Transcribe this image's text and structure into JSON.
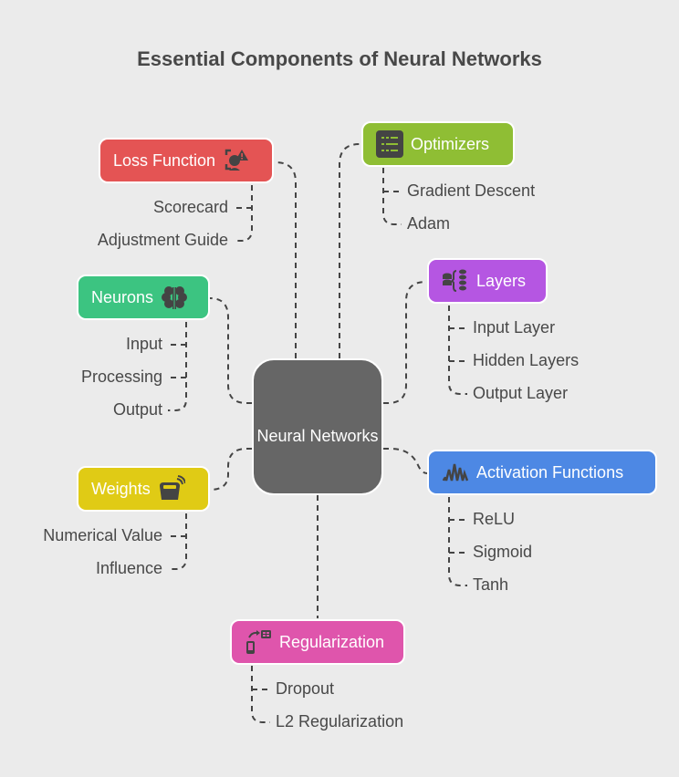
{
  "title": "Essential Components of Neural Networks",
  "center": {
    "label": "Neural Networks"
  },
  "branches": [
    {
      "label": "Loss Function",
      "color": "#e45454",
      "icon": "warning-target-icon",
      "children": [
        "Scorecard",
        "Adjustment Guide"
      ]
    },
    {
      "label": "Optimizers",
      "color": "#8fbe34",
      "icon": "list-settings-icon",
      "children": [
        "Gradient Descent",
        "Adam"
      ]
    },
    {
      "label": "Neurons",
      "color": "#3cc481",
      "icon": "brain-icon",
      "children": [
        "Input",
        "Processing",
        "Output"
      ]
    },
    {
      "label": "Layers",
      "color": "#b556e2",
      "icon": "database-stack-icon",
      "children": [
        "Input Layer",
        "Hidden Layers",
        "Output Layer"
      ]
    },
    {
      "label": "Weights",
      "color": "#e0cb15",
      "icon": "scale-icon",
      "children": [
        "Numerical Value",
        "Influence"
      ]
    },
    {
      "label": "Activation Functions",
      "color": "#4d88e4",
      "icon": "waveform-icon",
      "children": [
        "ReLU",
        "Sigmoid",
        "Tanh"
      ]
    },
    {
      "label": "Regularization",
      "color": "#df55ac",
      "icon": "device-transfer-icon",
      "children": [
        "Dropout",
        "L2 Regularization"
      ]
    }
  ]
}
